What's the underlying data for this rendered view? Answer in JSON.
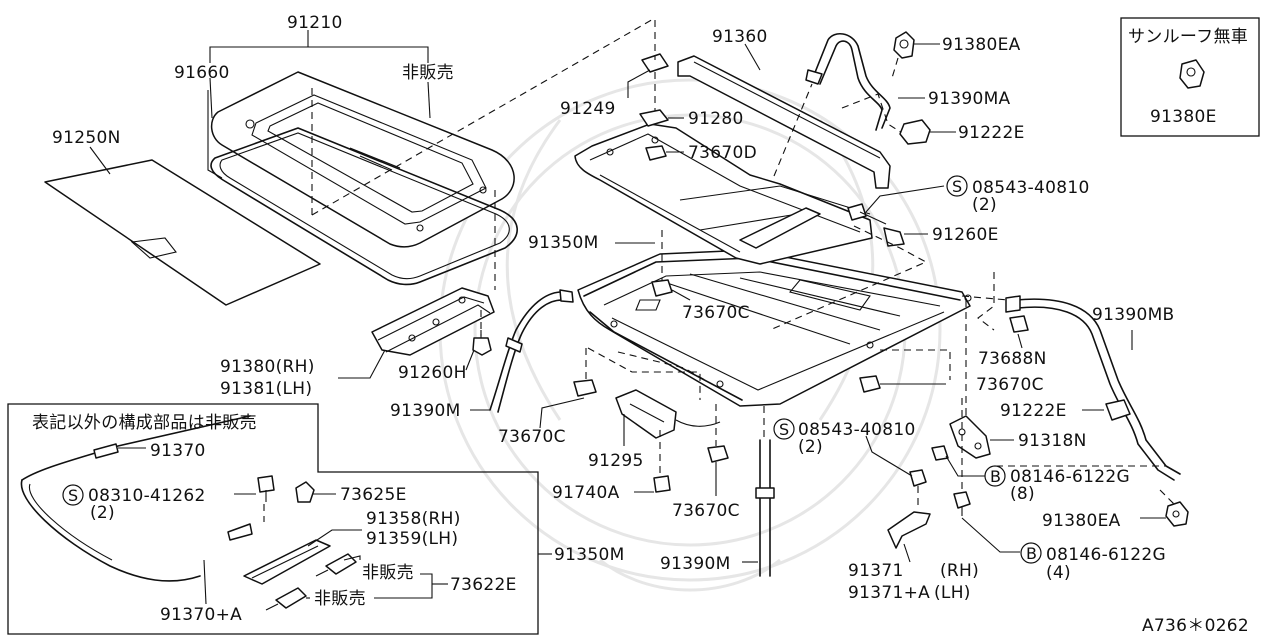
{
  "labels": {
    "p91210": "91210",
    "p91660": "91660",
    "not_sold_top": "非販売",
    "p91250n": "91250N",
    "p91380rh": "91380(RH)",
    "p91381lh": "91381(LH)",
    "p91260h": "91260H",
    "p91390m_a": "91390M",
    "p91249": "91249",
    "p91280": "91280",
    "p73670d": "73670D",
    "p91360": "91360",
    "p91380ea_top": "91380EA",
    "p91390ma": "91390MA",
    "p91222e_top": "91222E",
    "p08543_top": "08543-40810",
    "p08543_top_qty": "(2)",
    "p91260e": "91260E",
    "p91350m_mid": "91350M",
    "p73670c_a": "73670C",
    "p91390mb": "91390MB",
    "p73688n": "73688N",
    "p73670c_b": "73670C",
    "p91222e_right": "91222E",
    "p91318n": "91318N",
    "p08146_a": "08146-6122G",
    "p08146_a_qty": "(8)",
    "p91380ea_bottom": "91380EA",
    "p08146_b": "08146-6122G",
    "p08146_b_qty": "(4)",
    "p08543_bottom": "08543-40810",
    "p08543_bottom_qty": "(2)",
    "p73670c_c": "73670C",
    "p91295": "91295",
    "p91740a": "91740A",
    "p73670c_d": "73670C",
    "p91390m_b": "91390M",
    "p91371": "91371",
    "p91371_rh": "(RH)",
    "p91371a": "91371+A",
    "p91371a_lh": "(LH)",
    "no_sunroof_title": "サンルーフ無車",
    "p91380e": "91380E",
    "inset_title": "表記以外の構成部品は非販売",
    "p91370": "91370",
    "p08310": "08310-41262",
    "p08310_qty": "(2)",
    "p73625e": "73625E",
    "p91358rh": "91358(RH)",
    "p91359lh": "91359(LH)",
    "p91350m_inset": "91350M",
    "not_sold_a": "非販売",
    "not_sold_b": "非販売",
    "p73622e": "73622E",
    "p91370a": "91370+A",
    "code": "A736＊0262",
    "symbol_s": "S",
    "symbol_b": "B"
  }
}
